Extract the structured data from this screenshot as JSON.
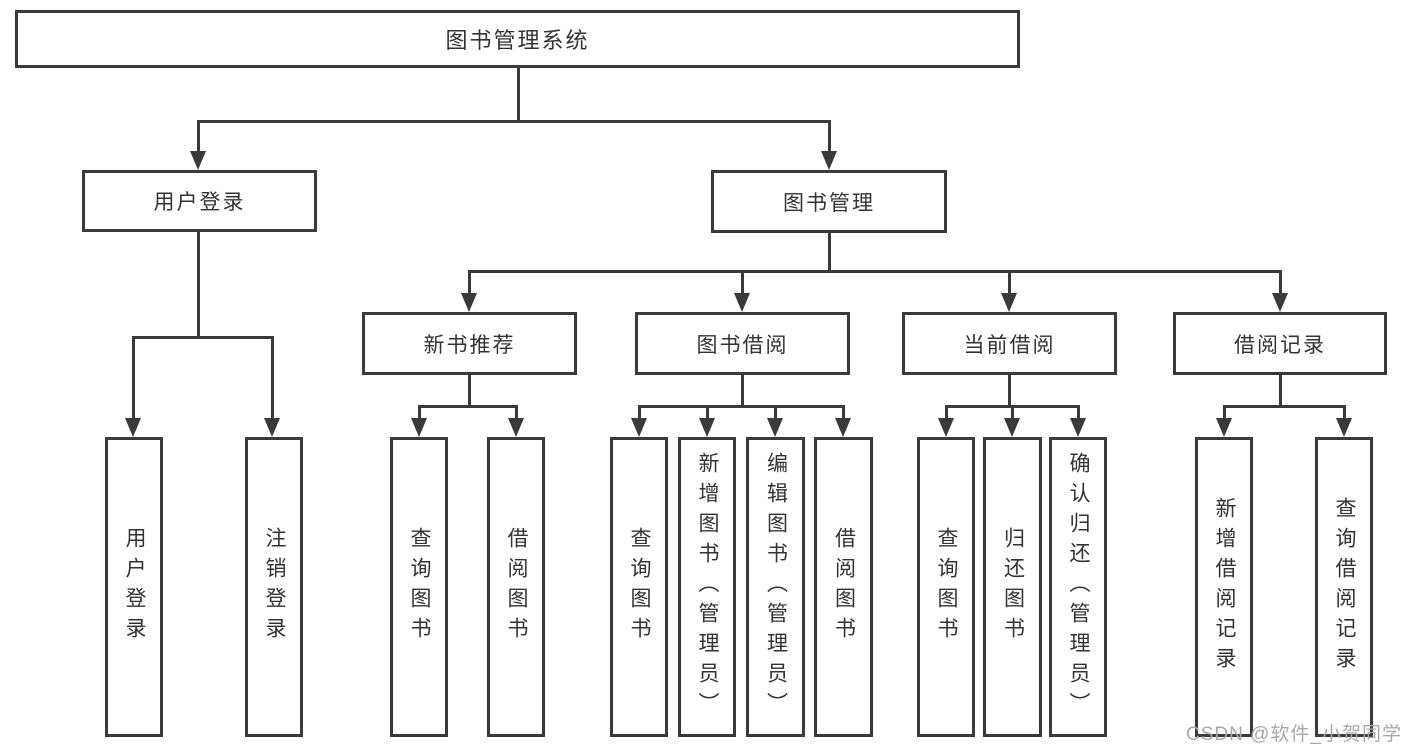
{
  "tree": {
    "root": "图书管理系统",
    "level2": {
      "user_login": "用户登录",
      "book_mgmt": "图书管理"
    },
    "level3": {
      "new_books": "新书推荐",
      "borrow": "图书借阅",
      "current": "当前借阅",
      "records": "借阅记录"
    },
    "leaves": {
      "user": [
        "用户登录",
        "注销登录"
      ],
      "new_books": [
        "查询图书",
        "借阅图书"
      ],
      "borrow": [
        "查询图书",
        "新增图书（管理员）",
        "编辑图书（管理员）",
        "借阅图书"
      ],
      "current": [
        "查询图书",
        "归还图书",
        "确认归还（管理员）"
      ],
      "records": [
        "新增借阅记录",
        "查询借阅记录"
      ]
    }
  },
  "watermark": "CSDN @软件_小贺同学",
  "colors": {
    "line": "#3a3a3a",
    "box_border": "#3a3a3a",
    "text": "#333333",
    "watermark": "#a8a8a8",
    "background": "#ffffff"
  }
}
